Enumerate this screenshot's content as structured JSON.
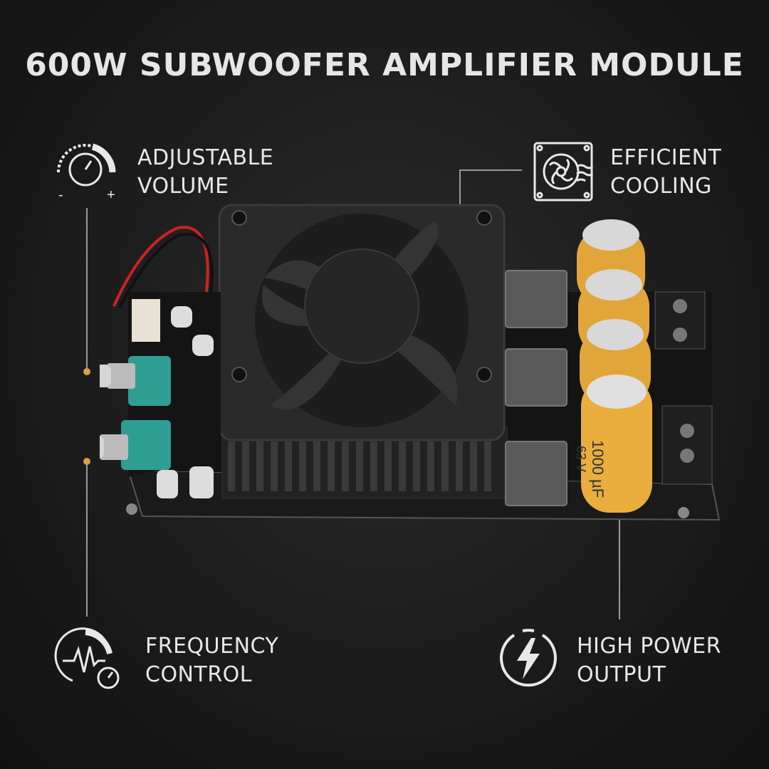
{
  "title": "600W SUBWOOFER AMPLIFIER MODULE",
  "features": {
    "volume": {
      "line1": "ADJUSTABLE",
      "line2": "VOLUME",
      "minus": "-",
      "plus": "+",
      "icon": "volume-knob-icon"
    },
    "cooling": {
      "line1": "EFFICIENT",
      "line2": "COOLING",
      "icon": "fan-cooling-icon"
    },
    "frequency": {
      "line1": "FREQUENCY",
      "line2": "CONTROL",
      "icon": "frequency-gauge-icon"
    },
    "power": {
      "line1": "HIGH POWER",
      "line2": "OUTPUT",
      "icon": "lightning-power-icon"
    }
  },
  "product": {
    "capacitor_label": "1000 µF",
    "capacitor_voltage": "63 V",
    "colors": {
      "capacitor": "#e1a53a",
      "knob_base": "#2e9e94",
      "fan": "#2a2a2a",
      "pcb": "#151515"
    }
  }
}
